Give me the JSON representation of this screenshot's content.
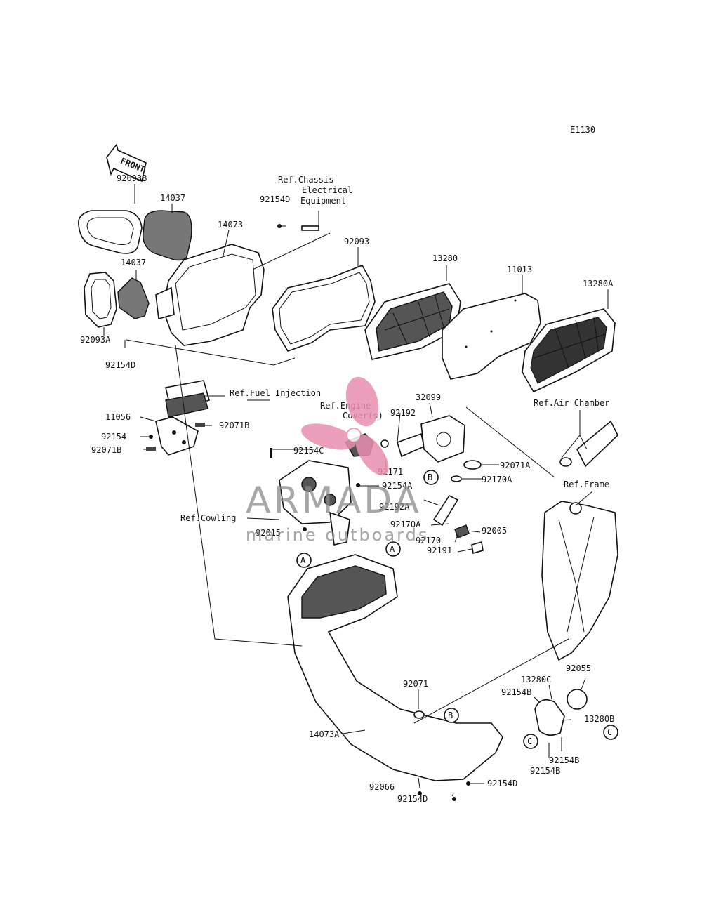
{
  "diagram_code": "E1130",
  "front_arrow_label": "FRONT",
  "watermark": {
    "brand": "ARMADA",
    "tagline": "marine outboards",
    "accent": "#e88fb0"
  },
  "refs": {
    "chassis": [
      "Ref.Chassis",
      "Electrical",
      "Equipment"
    ],
    "fuel": "Ref.Fuel Injection",
    "engine": [
      "Ref.Engine",
      "Cover(s)"
    ],
    "air_chamber": "Ref.Air Chamber",
    "frame": "Ref.Frame",
    "cowling": "Ref.Cowling"
  },
  "circle_markers": [
    "A",
    "A",
    "B",
    "B",
    "C",
    "C"
  ],
  "parts": [
    "92093B",
    "14037",
    "92154D",
    "14073",
    "92093",
    "13280",
    "11013",
    "13280A",
    "14037",
    "92093A",
    "92154D",
    "11056",
    "92154",
    "92071B",
    "92071B",
    "92154C",
    "32099",
    "92192",
    "92171",
    "92154A",
    "92071A",
    "92170A",
    "92192A",
    "92015",
    "92170A",
    "92005",
    "92170",
    "92191",
    "92055",
    "13280C",
    "92154B",
    "13280B",
    "92154B",
    "92154B",
    "92071",
    "14073A",
    "92066",
    "92154D",
    "92154D"
  ]
}
